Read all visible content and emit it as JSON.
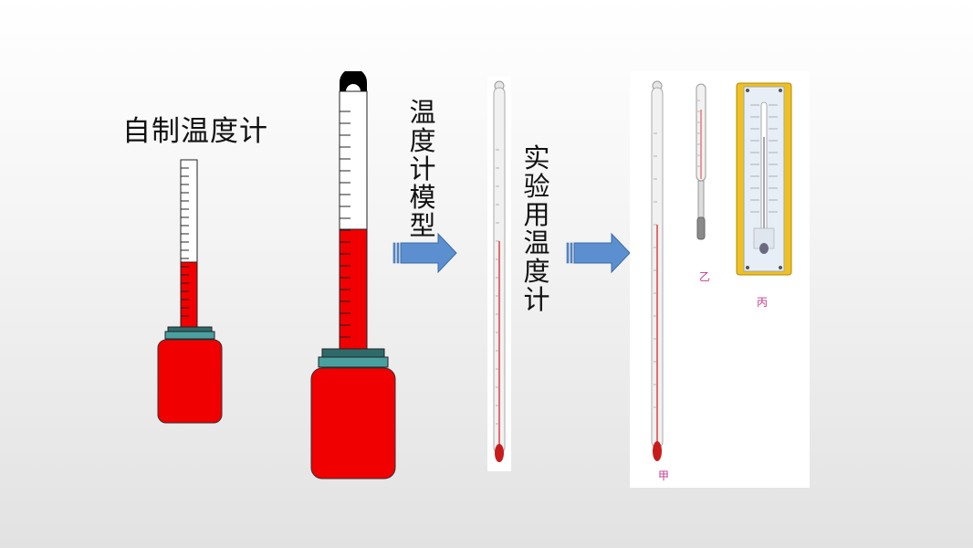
{
  "title": "自制温度计",
  "model_label": "温\n度\n计\n模\n型",
  "lab_label": "实\n验\n用\n温\n度\n计",
  "thermometer_labels": {
    "jia": "甲",
    "yi": "乙",
    "bing": "丙"
  },
  "colors": {
    "liquid_red": "#f00000",
    "arrow_blue": "#5b8fd0",
    "cap_teal": "#3a8a8a",
    "label_magenta": "#c23a8e"
  }
}
